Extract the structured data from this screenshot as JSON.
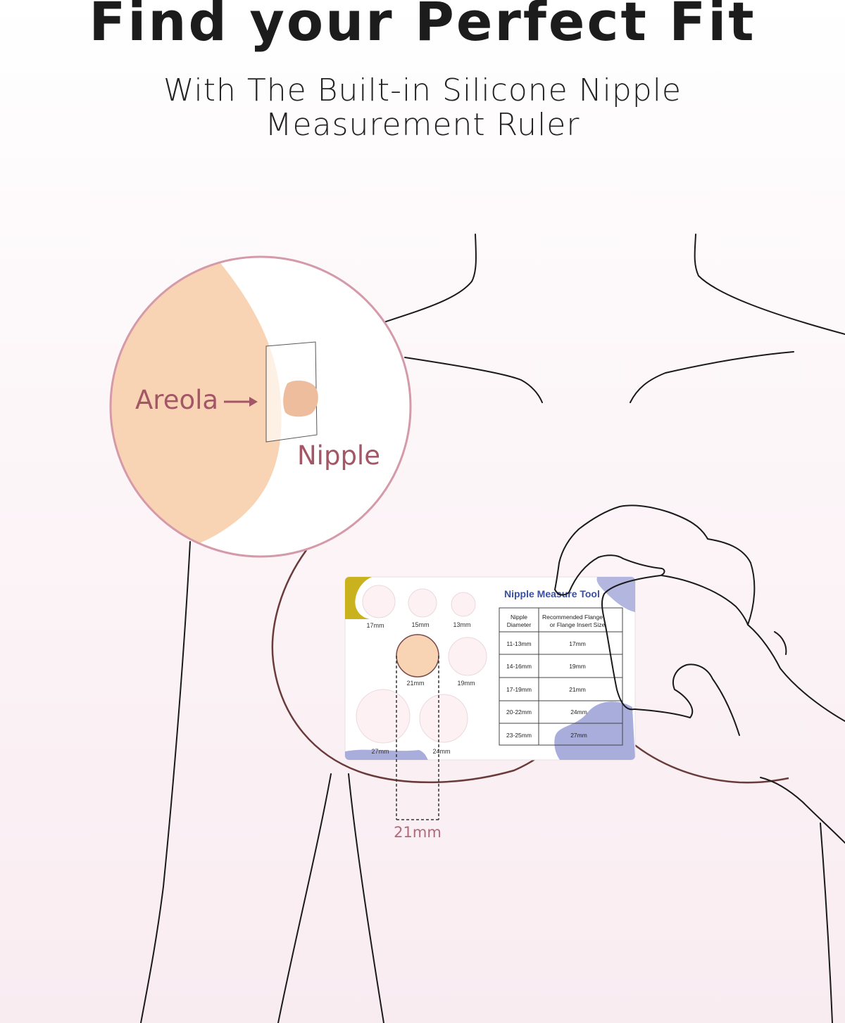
{
  "header": {
    "title": "Find your Perfect Fit",
    "subtitle_line1": "With The Built-in Silicone Nipple",
    "subtitle_line2": "Measurement Ruler"
  },
  "zoom": {
    "areola_label": "Areola",
    "nipple_label": "Nipple"
  },
  "ruler": {
    "title": "Nipple Measure Tool",
    "circles": [
      "17mm",
      "15mm",
      "13mm",
      "21mm",
      "19mm",
      "27mm",
      "24mm"
    ],
    "table_headers": [
      "Nipple Diameter",
      "Recommended Flange or Flange Insert Size"
    ],
    "table_header_lines": {
      "col1_line1": "Nipple",
      "col1_line2": "Diameter",
      "col2_line1": "Recommended Flange",
      "col2_line2": "or Flange Insert Size"
    },
    "rows": [
      [
        "11-13mm",
        "17mm"
      ],
      [
        "14-16mm",
        "19mm"
      ],
      [
        "17-19mm",
        "21mm"
      ],
      [
        "20-22mm",
        "24mm"
      ],
      [
        "23-25mm",
        "27mm"
      ]
    ]
  },
  "measure_label": "21mm",
  "colors": {
    "skin": "#f9d4b4",
    "rose": "#d59aa9",
    "label_rose": "#a35766",
    "outline": "#1a1a1a",
    "breast_outline": "#6b3a3a",
    "card_accent_blue": "#3b4fa0",
    "card_accent_lilac": "#9a9fd6",
    "card_accent_yellow": "#c9b21e"
  }
}
